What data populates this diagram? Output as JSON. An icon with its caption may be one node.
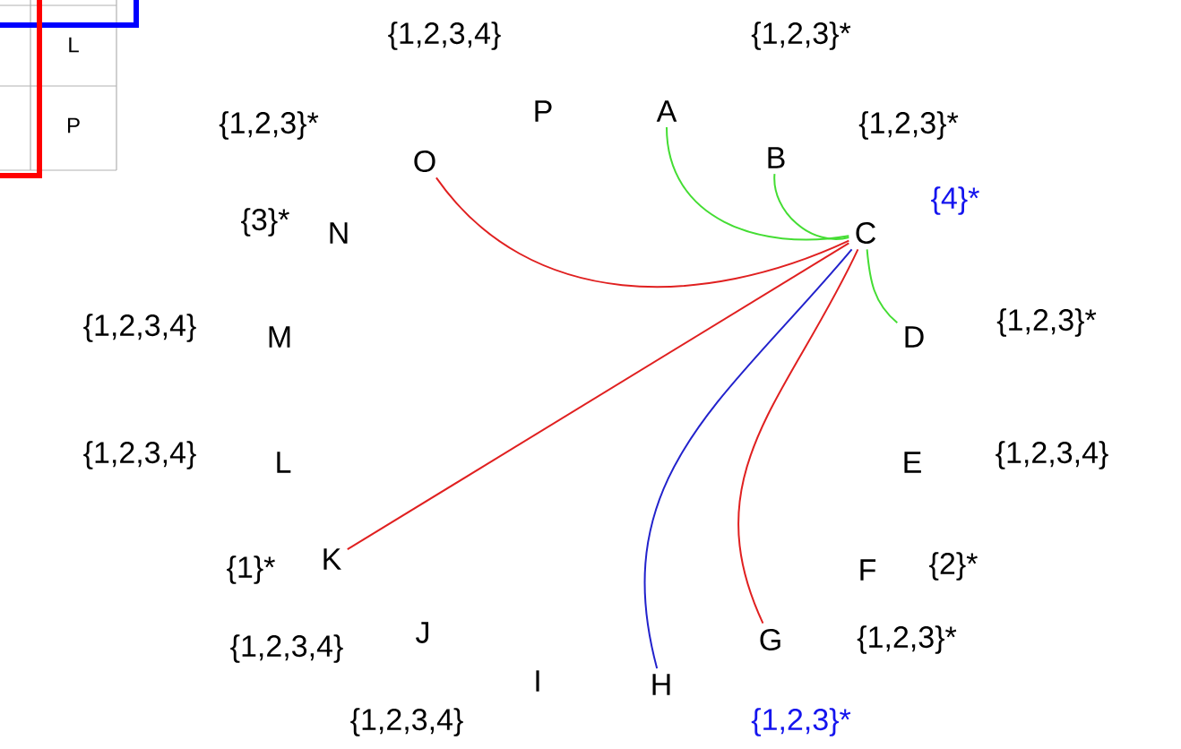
{
  "diagram": {
    "nodes": [
      {
        "text": [
          "A"
        ],
        "beside": [
          "{1,2,3}*"
        ]
      },
      {
        "text": [
          "B"
        ],
        "beside": [
          "{1,2,3}*"
        ]
      },
      {
        "text": [
          "C"
        ],
        "beside": [
          "{4}*"
        ]
      },
      {
        "text": [
          "D"
        ],
        "beside": [
          "{1,2,3}*"
        ]
      },
      {
        "text": [
          "E"
        ],
        "beside": [
          "{1,2,3,4}"
        ]
      },
      {
        "text": [
          "F"
        ],
        "beside": [
          "{2}*"
        ]
      },
      {
        "text": [
          "G"
        ],
        "beside": [
          "{1,2,3}*"
        ]
      },
      {
        "text": [
          "H"
        ],
        "beside": [
          "{1,2,3}*"
        ]
      },
      {
        "text": [
          "I"
        ],
        "beside": [
          "{1,2,3,4}"
        ]
      },
      {
        "text": [
          "J"
        ],
        "beside": [
          "{1,2,3,4}"
        ]
      },
      {
        "text": [
          "K"
        ],
        "beside": [
          "{1}*"
        ]
      },
      {
        "text": [
          "L"
        ],
        "beside": [
          "{1,2,3,4}"
        ]
      },
      {
        "text": [
          "M"
        ],
        "beside": [
          "{1,2,3,4}"
        ]
      },
      {
        "text": [
          "N"
        ],
        "beside": [
          "{3}*"
        ]
      },
      {
        "text": [
          "O"
        ],
        "beside": [
          "{1,2,3}*"
        ]
      },
      {
        "text": [
          "P"
        ],
        "beside": [
          "{1,2,3,4}"
        ]
      }
    ],
    "edges": [
      {
        "from": 0,
        "to": 2,
        "arrow": "none",
        "color": "#44dd33"
      },
      {
        "from": 1,
        "to": 2,
        "arrow": "none",
        "color": "#44dd33"
      },
      {
        "from": 3,
        "to": 2,
        "arrow": "none",
        "color": "#44dd33"
      },
      {
        "from": 14,
        "to": 2,
        "arrow": "none",
        "color": "#e02020"
      },
      {
        "from": 10,
        "to": 2,
        "arrow": "none",
        "color": "#e02020"
      },
      {
        "from": 7,
        "to": 2,
        "arrow": "none",
        "color": "#2222cc"
      },
      {
        "from": 6,
        "to": 2,
        "arrow": "none",
        "color": "#e02020"
      }
    ],
    "labels": [
      "L",
      "P"
    ]
  }
}
